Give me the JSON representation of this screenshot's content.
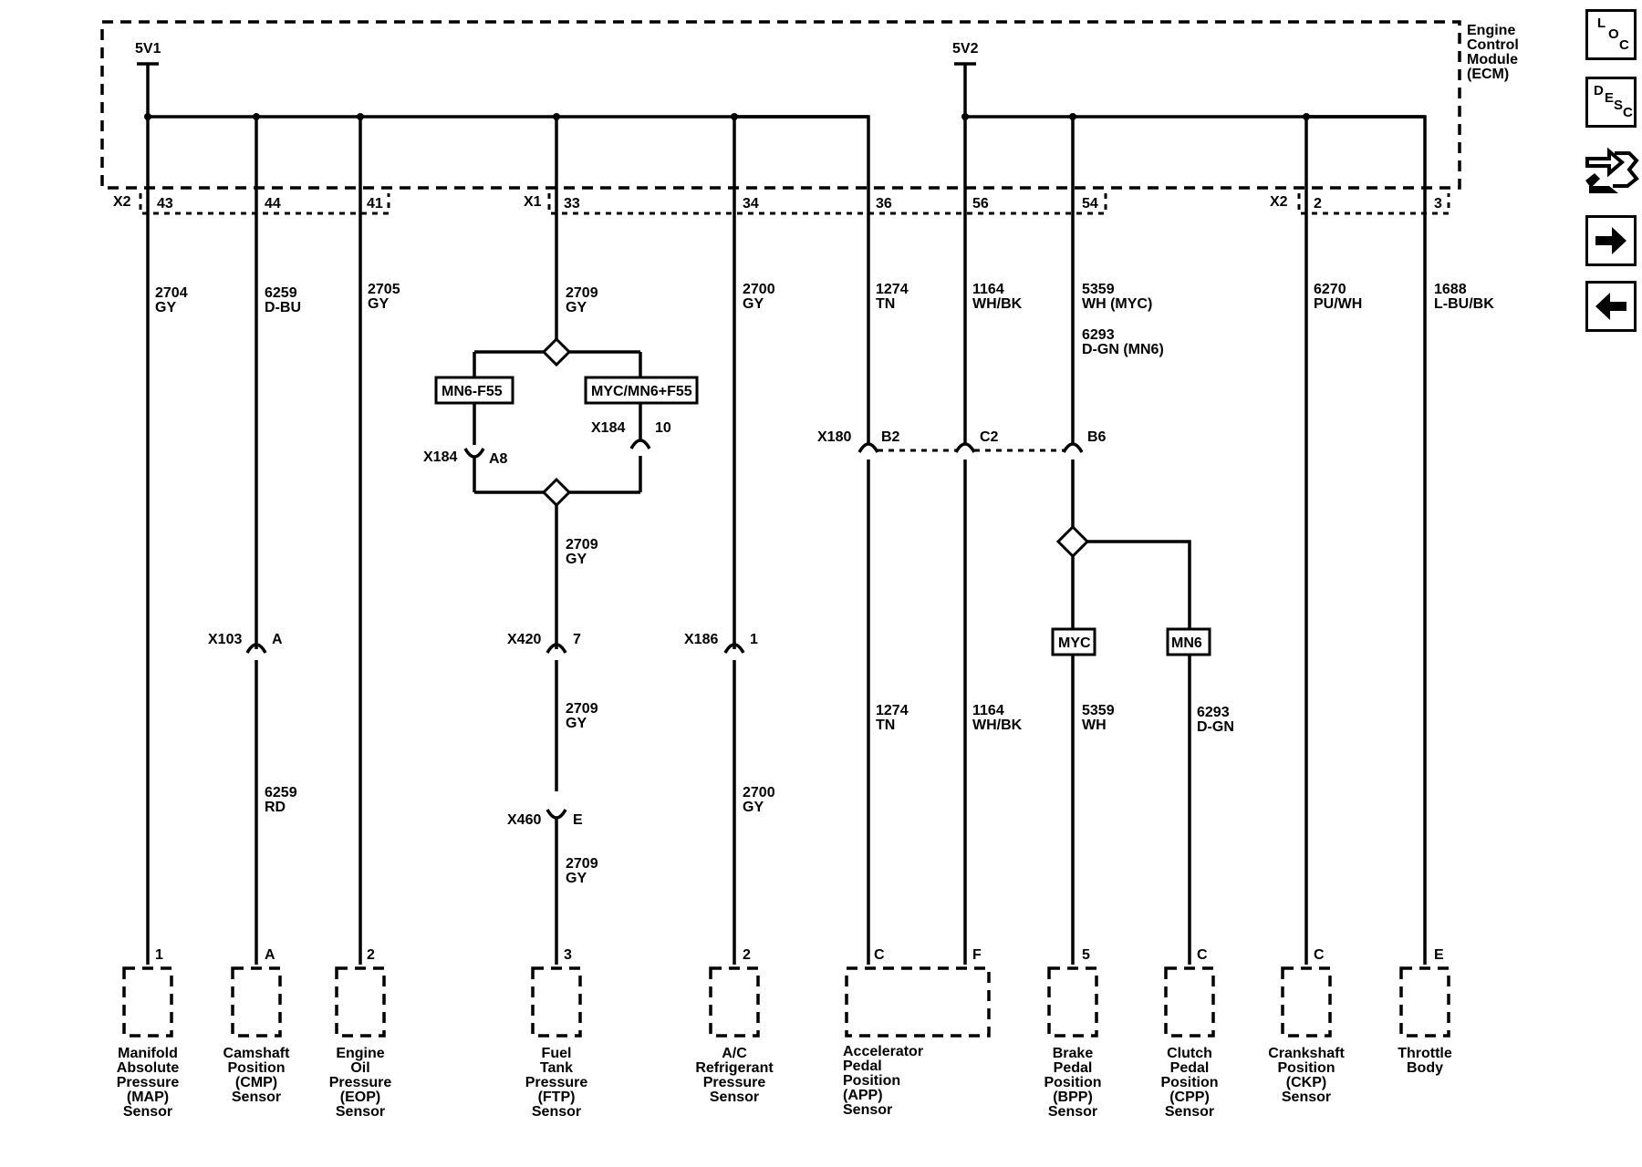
{
  "ecm": {
    "line1": "Engine",
    "line2": "Control",
    "line3": "Module",
    "line4": "(ECM)"
  },
  "supplies": {
    "v1": "5V1",
    "v2": "5V2"
  },
  "connectors": {
    "x2a": "X2",
    "x1": "X1",
    "x2b": "X2"
  },
  "pins": {
    "p43": "43",
    "p44": "44",
    "p41": "41",
    "p33": "33",
    "p34": "34",
    "p36": "36",
    "p56": "56",
    "p54": "54",
    "p2": "2",
    "p3": "3"
  },
  "wires": {
    "map_top": [
      "2704",
      "GY"
    ],
    "cmp_top": [
      "6259",
      "D-BU"
    ],
    "eop_top": [
      "2705",
      "GY"
    ],
    "ftp_top": [
      "2709",
      "GY"
    ],
    "ac_top": [
      "2700",
      "GY"
    ],
    "app1_top": [
      "1274",
      "TN"
    ],
    "app2_top": [
      "1164",
      "WH/BK"
    ],
    "bpp_top": [
      "5359",
      "WH (MYC)",
      "6293",
      "D-GN (MN6)"
    ],
    "ckp_top": [
      "6270",
      "PU/WH"
    ],
    "tb_top": [
      "1688",
      "L-BU/BK"
    ],
    "ftp_mid": [
      "2709",
      "GY"
    ],
    "ftp_low": [
      "2709",
      "GY"
    ],
    "ftp_bot": [
      "2709",
      "GY"
    ],
    "cmp_bot": [
      "6259",
      "RD"
    ],
    "ac_bot": [
      "2700",
      "GY"
    ],
    "app1_bot": [
      "1274",
      "TN"
    ],
    "app2_bot": [
      "1164",
      "WH/BK"
    ],
    "bpp_bot": [
      "5359",
      "WH"
    ],
    "cpp_bot": [
      "6293",
      "D-GN"
    ]
  },
  "options": {
    "mn6f55": "MN6-F55",
    "mycmn6f55": "MYC/MN6+F55",
    "myc": "MYC",
    "mn6": "MN6"
  },
  "inline": {
    "x184a": "X184",
    "x184a_pin": "A8",
    "x184b": "X184",
    "x184b_pin": "10",
    "x180": "X180",
    "x180_b2": "B2",
    "x180_c2": "C2",
    "x180_b6": "B6",
    "x103": "X103",
    "x103_pin": "A",
    "x420": "X420",
    "x420_pin": "7",
    "x186": "X186",
    "x186_pin": "1",
    "x460": "X460",
    "x460_pin": "E"
  },
  "sensor_pins": {
    "map": "1",
    "cmp": "A",
    "eop": "2",
    "ftp": "3",
    "ac": "2",
    "app_c": "C",
    "app_f": "F",
    "bpp": "5",
    "cpp": "C",
    "ckp": "C",
    "tb": "E"
  },
  "sensors": {
    "map": [
      "Manifold",
      "Absolute",
      "Pressure",
      "(MAP)",
      "Sensor"
    ],
    "cmp": [
      "Camshaft",
      "Position",
      "(CMP)",
      "Sensor"
    ],
    "eop": [
      "Engine",
      "Oil",
      "Pressure",
      "(EOP)",
      "Sensor"
    ],
    "ftp": [
      "Fuel",
      "Tank",
      "Pressure",
      "(FTP)",
      "Sensor"
    ],
    "ac": [
      "A/C",
      "Refrigerant",
      "Pressure",
      "Sensor"
    ],
    "app": [
      "Accelerator",
      "Pedal",
      "Position",
      "(APP)",
      "Sensor"
    ],
    "bpp": [
      "Brake",
      "Pedal",
      "Position",
      "(BPP)",
      "Sensor"
    ],
    "cpp": [
      "Clutch",
      "Pedal",
      "Position",
      "(CPP)",
      "Sensor"
    ],
    "ckp": [
      "Crankshaft",
      "Position",
      "(CKP)",
      "Sensor"
    ],
    "tb": [
      "Throttle",
      "Body"
    ]
  },
  "nav": {
    "loc": [
      "L",
      "O",
      "C"
    ],
    "desc": [
      "D",
      "E",
      "S",
      "C"
    ]
  }
}
